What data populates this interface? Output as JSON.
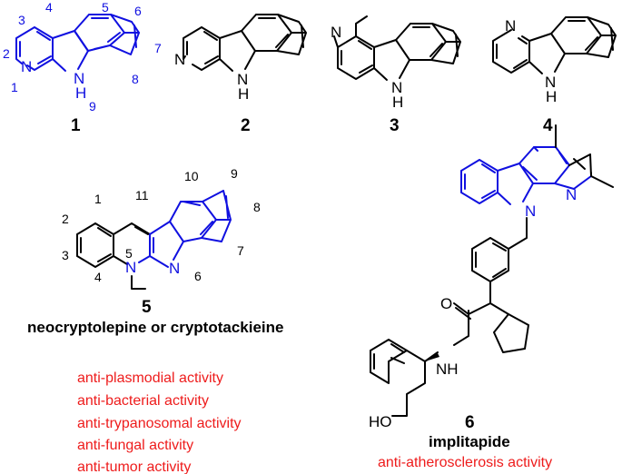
{
  "colors": {
    "scaffold": "#1010e0",
    "bonds": "#000000",
    "activity_text": "#ee1c1c"
  },
  "compounds": [
    {
      "id": "1",
      "ring_numbers": [
        "1",
        "2",
        "3",
        "4",
        "5",
        "6",
        "7",
        "8",
        "9"
      ]
    },
    {
      "id": "2"
    },
    {
      "id": "3"
    },
    {
      "id": "4"
    },
    {
      "id": "5",
      "name": "neocryptolepine or cryptotackieine",
      "ring_numbers": [
        "1",
        "2",
        "3",
        "4",
        "5",
        "6",
        "7",
        "8",
        "9",
        "10",
        "11"
      ],
      "activities": [
        "anti-plasmodial activity",
        "anti-bacterial activity",
        "anti-trypanosomal activity",
        "anti-fungal activity",
        "anti-tumor activity"
      ]
    },
    {
      "id": "6",
      "name": "implitapide",
      "activities": [
        "anti-atherosclerosis activity"
      ]
    }
  ],
  "atoms": {
    "N": "N",
    "H": "H",
    "NH": "NH",
    "HO": "HO",
    "O": "O"
  }
}
